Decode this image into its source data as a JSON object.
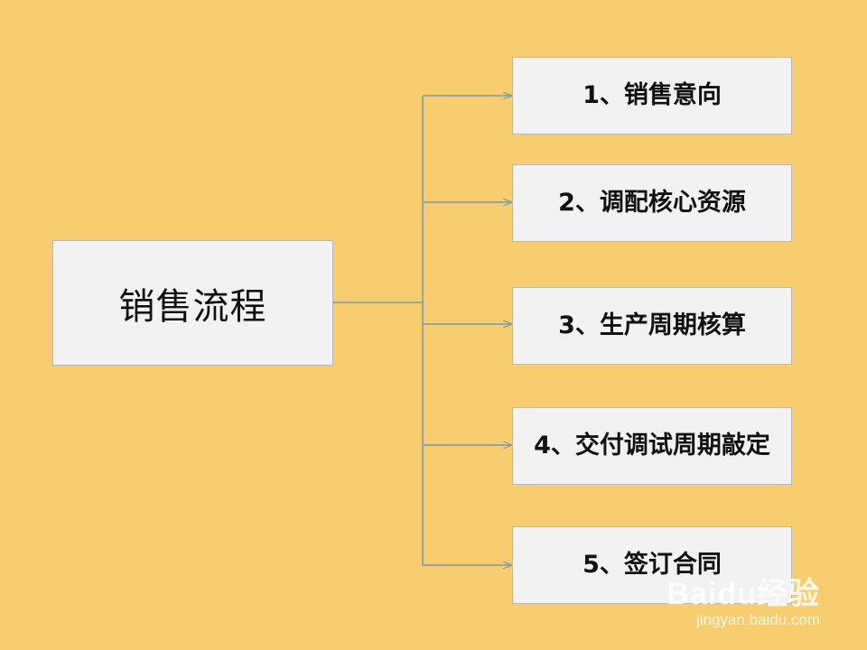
{
  "root": {
    "label": "销售流程"
  },
  "steps": [
    {
      "label": "1、销售意向"
    },
    {
      "label": "2、调配核心资源"
    },
    {
      "label": "3、生产周期核算"
    },
    {
      "label": "4、交付调试周期敲定"
    },
    {
      "label": "5、签订合同"
    }
  ],
  "watermark": {
    "logo": "Baidu经验",
    "url": "jingyan.baidu.com"
  },
  "colors": {
    "background": "#f8cd6f",
    "box": "#f2f2f2",
    "connector": "#7a9aa8"
  }
}
